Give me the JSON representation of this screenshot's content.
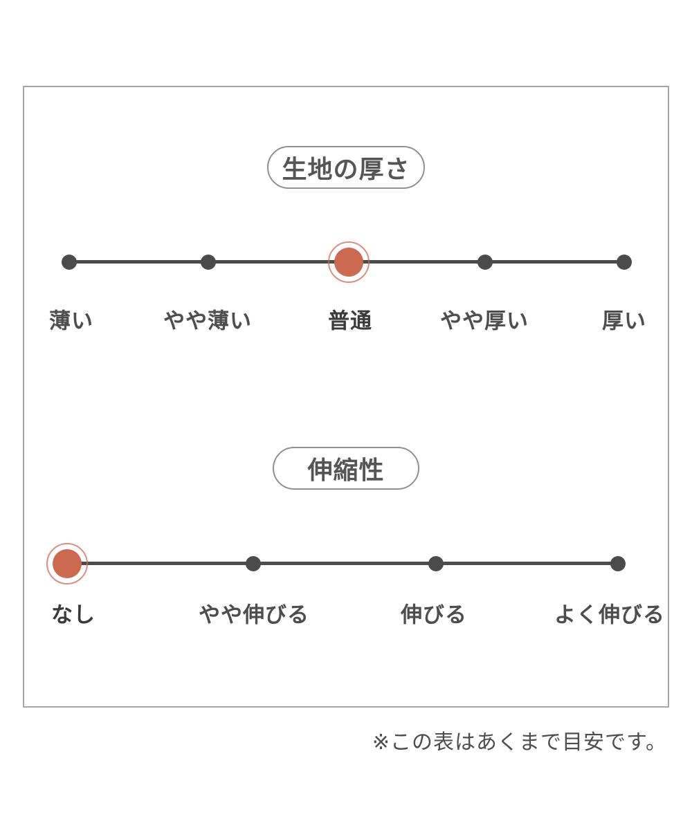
{
  "colors": {
    "accent": "#cc6a50",
    "dark": "#4b4b4b",
    "box_border": "#a6a6a6",
    "pill_border": "#8f8f8f"
  },
  "footnote": "※この表はあくまで目安です。",
  "scales": [
    {
      "title": "生地の厚さ",
      "selected_value": "普通",
      "options": [
        {
          "label": "薄い",
          "selected": false
        },
        {
          "label": "やや薄い",
          "selected": false
        },
        {
          "label": "普通",
          "selected": true
        },
        {
          "label": "やや厚い",
          "selected": false
        },
        {
          "label": "厚い",
          "selected": false
        }
      ]
    },
    {
      "title": "伸縮性",
      "selected_value": "なし",
      "options": [
        {
          "label": "なし",
          "selected": true
        },
        {
          "label": "やや伸びる",
          "selected": false
        },
        {
          "label": "伸びる",
          "selected": false
        },
        {
          "label": "よく伸びる",
          "selected": false
        }
      ]
    }
  ]
}
